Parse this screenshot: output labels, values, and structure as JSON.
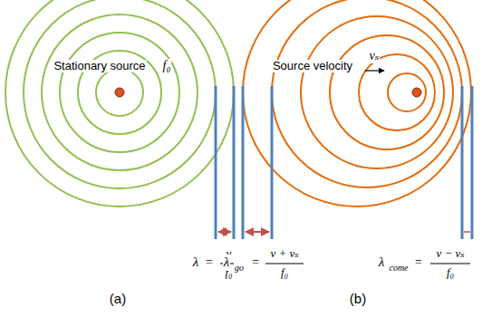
{
  "diagram": {
    "labels": [
      "Stationary source",
      "f₀",
      "Source velocity",
      "vₛ",
      "λ",
      "=",
      "v",
      "f₀",
      "λ",
      "go",
      "=",
      "v + vₛ",
      "f₀",
      "λ",
      "come",
      "=",
      "v − vₛ",
      "f₀",
      "(a)",
      "(b)"
    ]
  }
}
